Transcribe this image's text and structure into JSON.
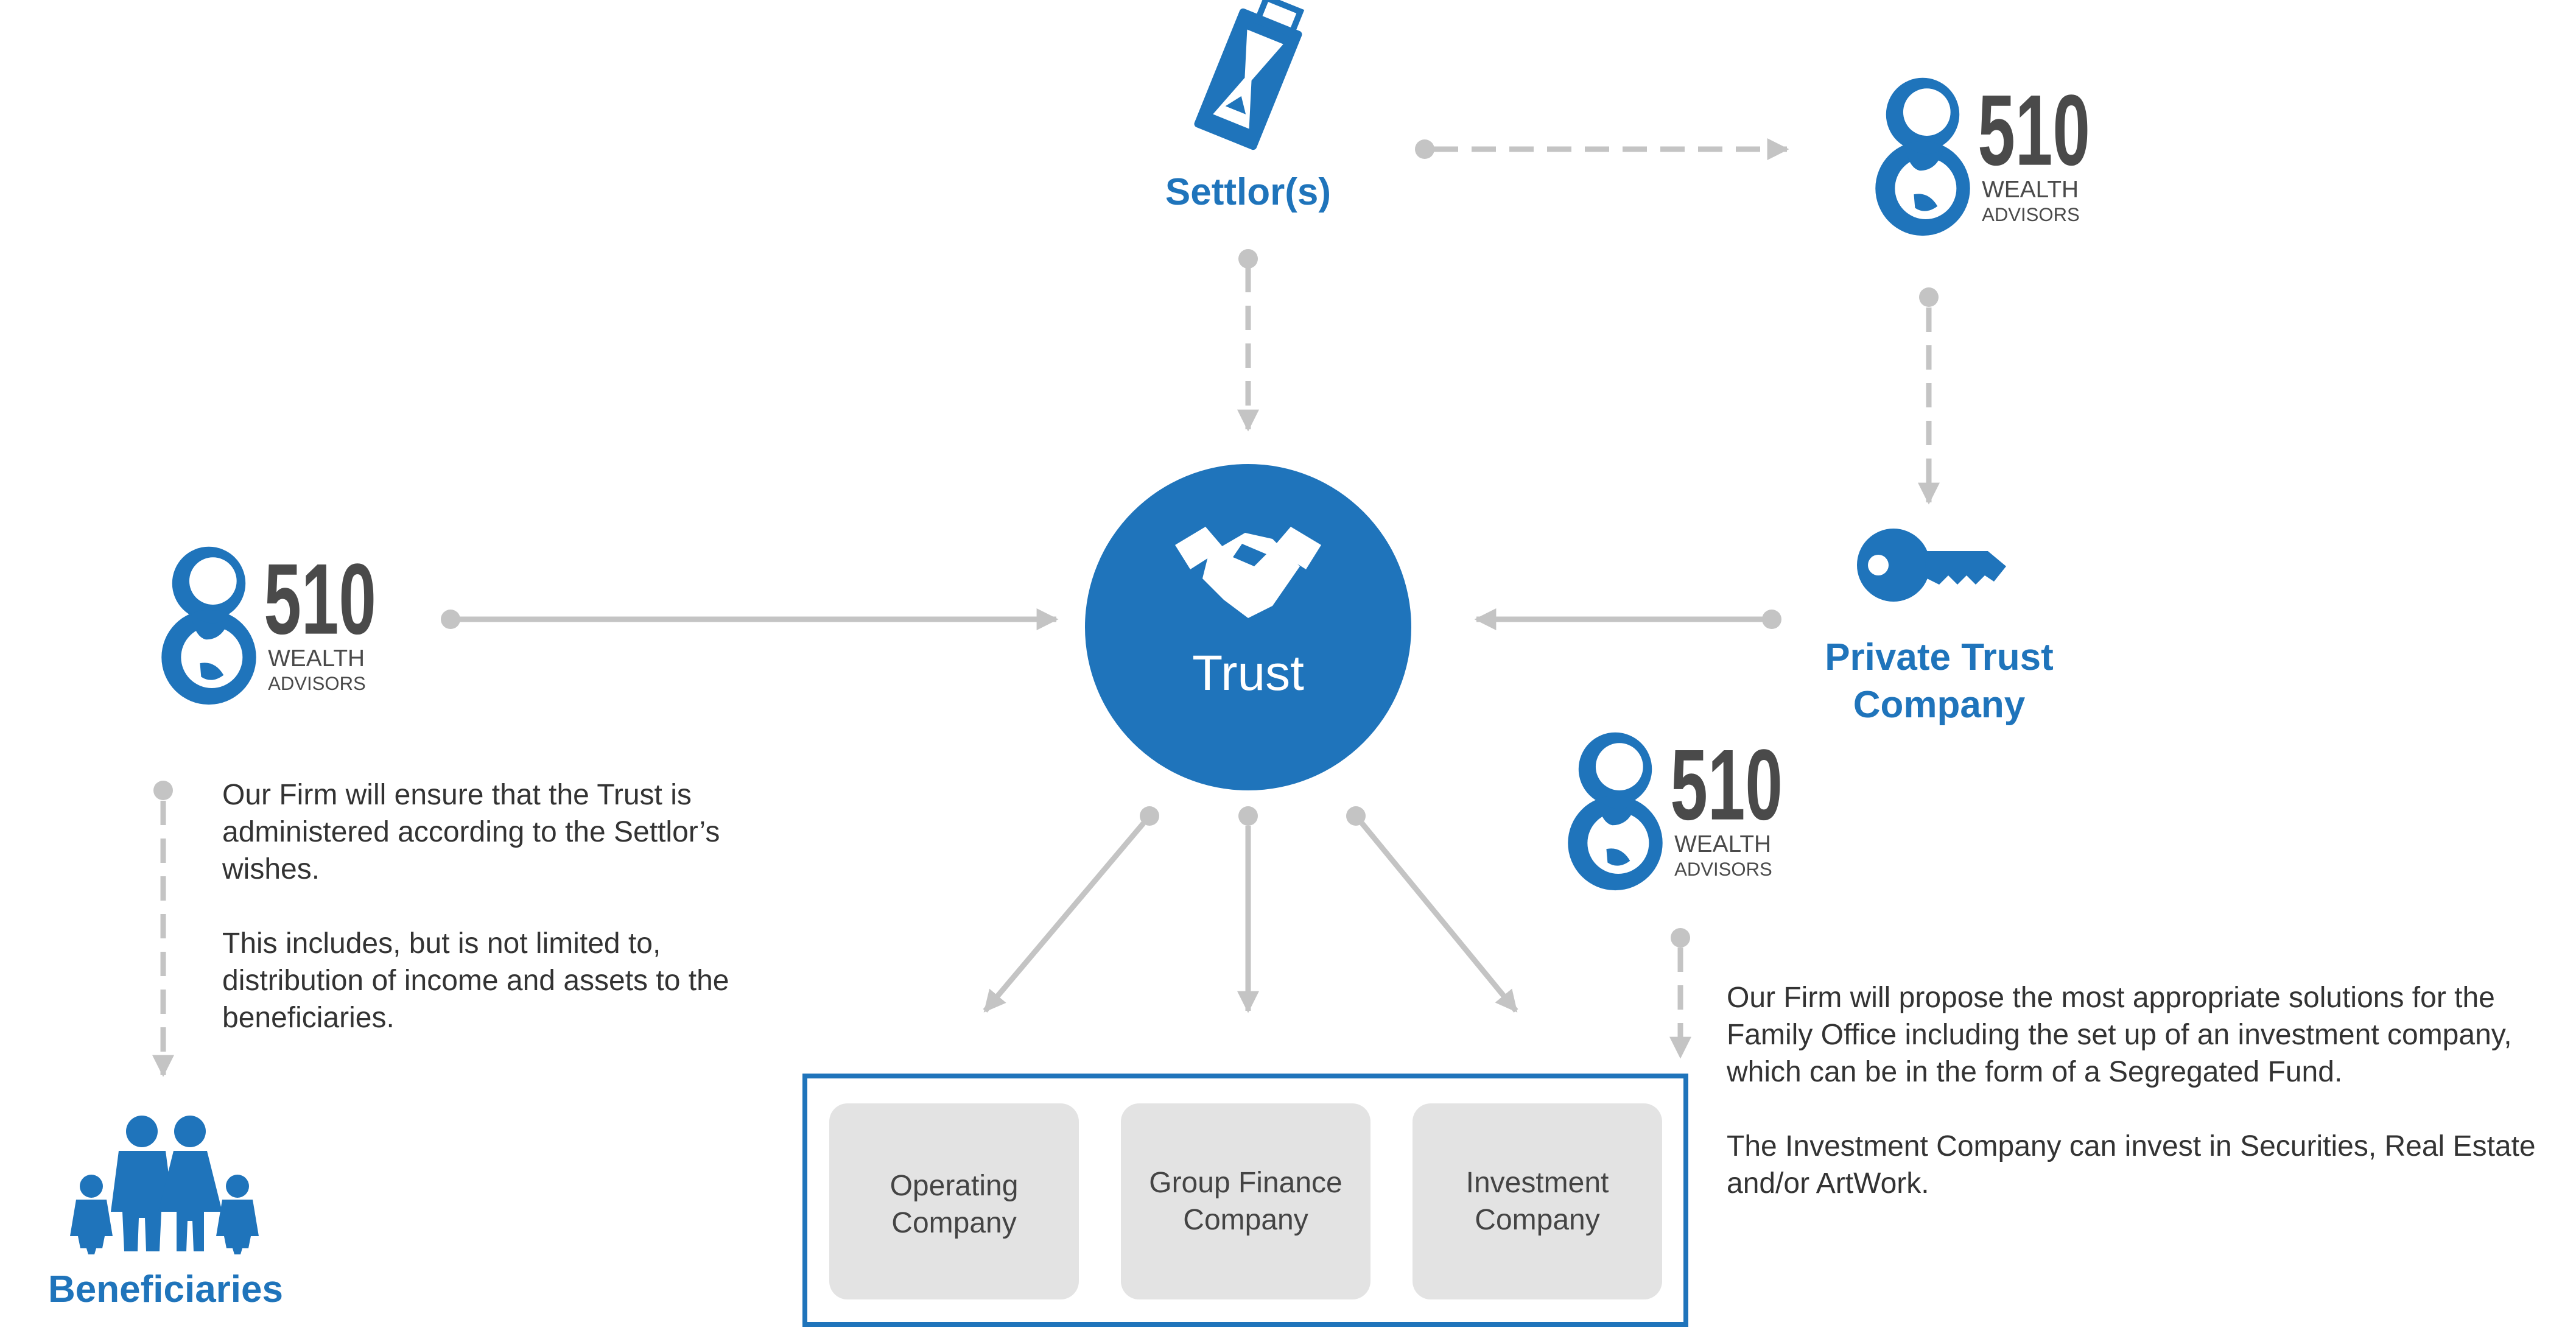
{
  "colors": {
    "brand_blue": "#1f74bb",
    "arrow_gray": "#c4c4c4",
    "box_gray": "#e3e3e3",
    "text_dark": "#333333",
    "logo_gray": "#4a4a4a"
  },
  "logo": {
    "number": "510",
    "line1": "WEALTH",
    "line2": "ADVISORS"
  },
  "nodes": {
    "settlor": {
      "label": "Settlor(s)",
      "icon": "hourglass-card-icon"
    },
    "trust": {
      "label": "Trust",
      "icon": "handshake-icon"
    },
    "private_trust": {
      "line1": "Private Trust",
      "line2": "Company",
      "icon": "key-icon"
    },
    "beneficiaries": {
      "label": "Beneficiaries",
      "icon": "family-icon"
    }
  },
  "companies": [
    {
      "line1": "Operating",
      "line2": "Company"
    },
    {
      "line1": "Group Finance",
      "line2": "Company"
    },
    {
      "line1": "Investment",
      "line2": "Company"
    }
  ],
  "left_text": {
    "p1": "Our Firm will ensure that the Trust is administered according to the Settlor’s wishes.",
    "p2": "This includes, but is not limited to, distribution of income and assets to the beneficiaries."
  },
  "right_text": {
    "p1": "Our Firm will propose the most appropriate solutions for the Family Office including the set up of an investment company, which can be in the form of a Segregated Fund.",
    "p2": "The Investment Company can invest in Securities, Real Estate and/or ArtWork."
  }
}
